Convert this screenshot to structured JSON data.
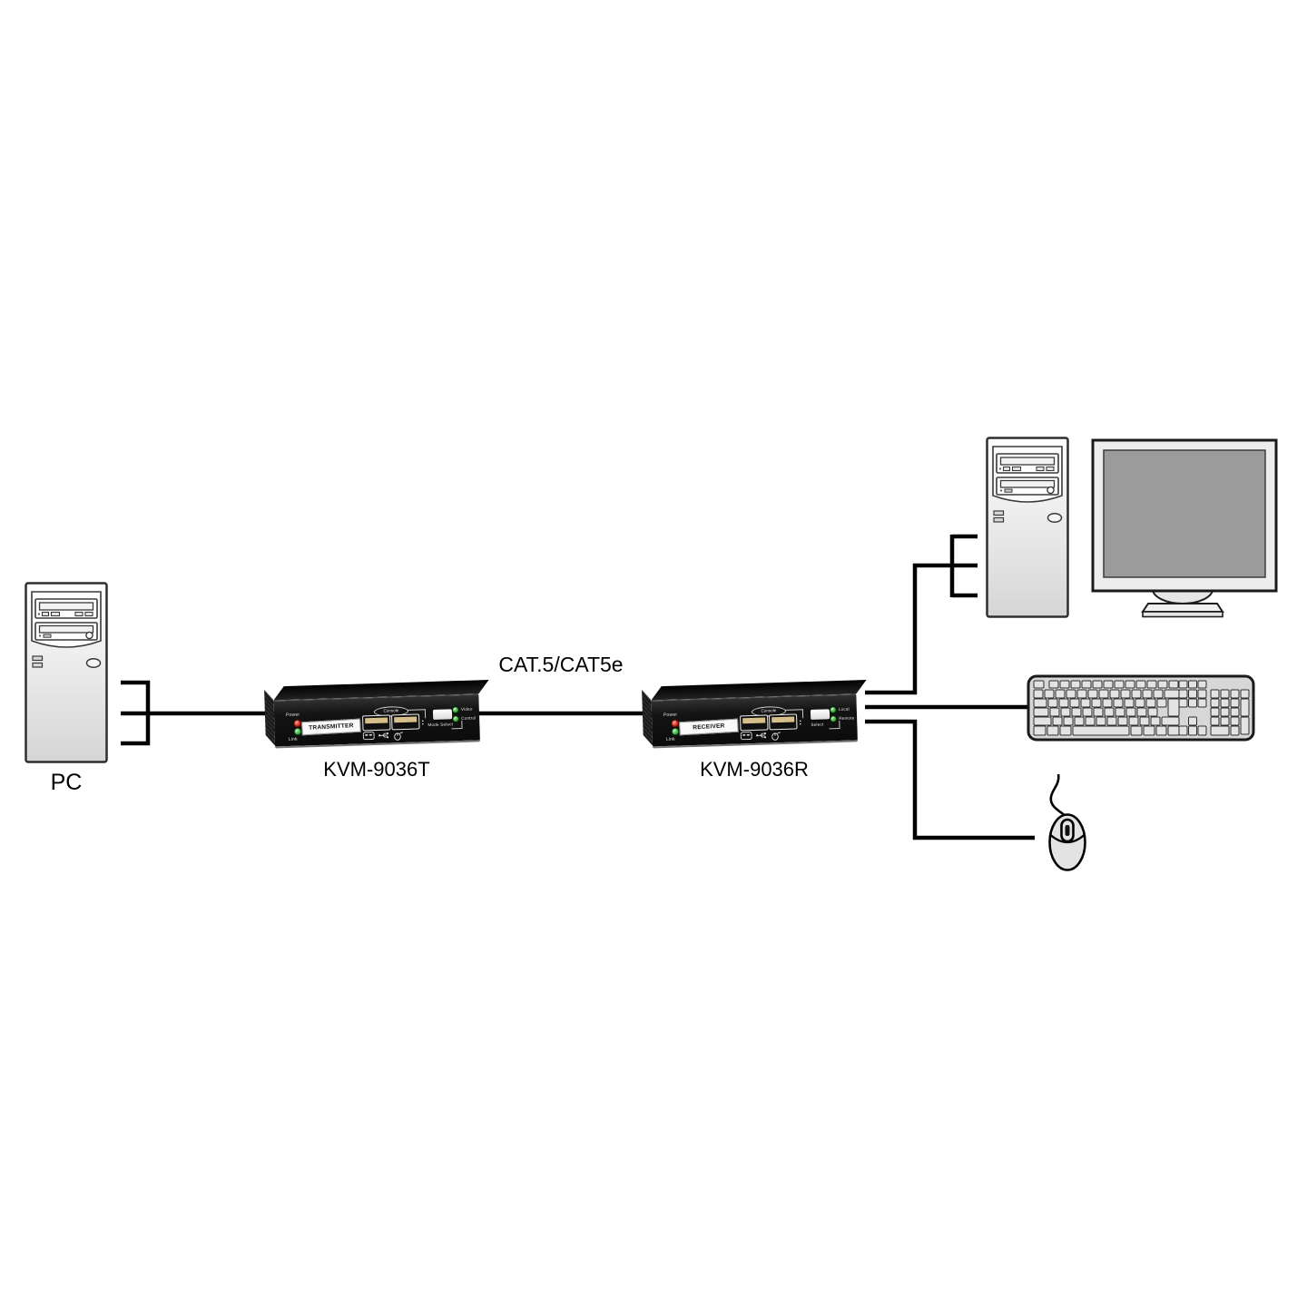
{
  "pc": {
    "label": "PC"
  },
  "cable_label": "CAT.5/CAT5e",
  "transmitter": {
    "model": "KVM-9036T",
    "panel_label": "TRANSMITTER",
    "led_power": "Power",
    "led_link": "Link",
    "console_label": "Console",
    "button_label": "Mode Select",
    "led_right_1": "Video",
    "led_right_2": "Control"
  },
  "receiver": {
    "model": "KVM-9036R",
    "panel_label": "RECEIVER",
    "led_power": "Power",
    "led_link": "Link",
    "console_label": "Console",
    "button_label": "Select",
    "led_right_1": "Local",
    "led_right_2": "Remote"
  },
  "colors": {
    "line": "#000000",
    "led_red": "#d22b1e",
    "led_green": "#3fae3f",
    "device_body": "#141414",
    "monitor_screen": "#9b9b9b"
  }
}
